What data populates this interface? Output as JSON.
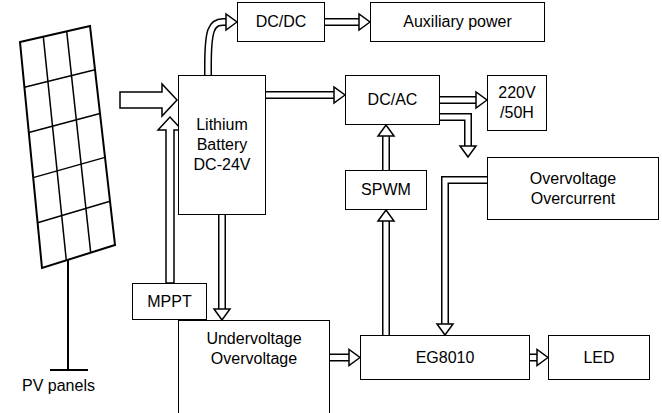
{
  "diagram": {
    "nodes": [
      {
        "text": [
          "DC/DC"
        ]
      },
      {
        "text": [
          "Auxiliary power"
        ]
      },
      {
        "text": [
          "Lithium Battery DC-24V"
        ]
      },
      {
        "text": [
          "DC/AC"
        ]
      },
      {
        "text": [
          "220V /50H"
        ]
      },
      {
        "text": [
          "MPPT"
        ]
      },
      {
        "text": [
          "SPWM"
        ]
      },
      {
        "text": [
          "Overvoltage Overcurrent"
        ]
      },
      {
        "text": [
          "Undervoltage Overvoltage"
        ]
      },
      {
        "text": [
          "EG8010"
        ]
      },
      {
        "text": [
          "LED"
        ]
      }
    ],
    "edges": [
      {
        "from": 2,
        "to": 0,
        "arrow": "to"
      },
      {
        "from": 0,
        "to": 1,
        "arrow": "to"
      },
      {
        "from": 2,
        "to": 3,
        "arrow": "to"
      },
      {
        "from": 3,
        "to": 4,
        "arrow": "to"
      },
      {
        "from": 2,
        "to": 8,
        "arrow": "to"
      },
      {
        "from": 8,
        "to": 9,
        "arrow": "to"
      },
      {
        "from": 9,
        "to": 6,
        "arrow": "to"
      },
      {
        "from": 9,
        "to": 10,
        "arrow": "to"
      },
      {
        "from": 6,
        "to": 3,
        "arrow": "to"
      },
      {
        "from": 3,
        "to": 7,
        "arrow": "to"
      },
      {
        "from": 7,
        "to": 9,
        "arrow": "to"
      }
    ],
    "labels": [
      "PV panels"
    ]
  }
}
